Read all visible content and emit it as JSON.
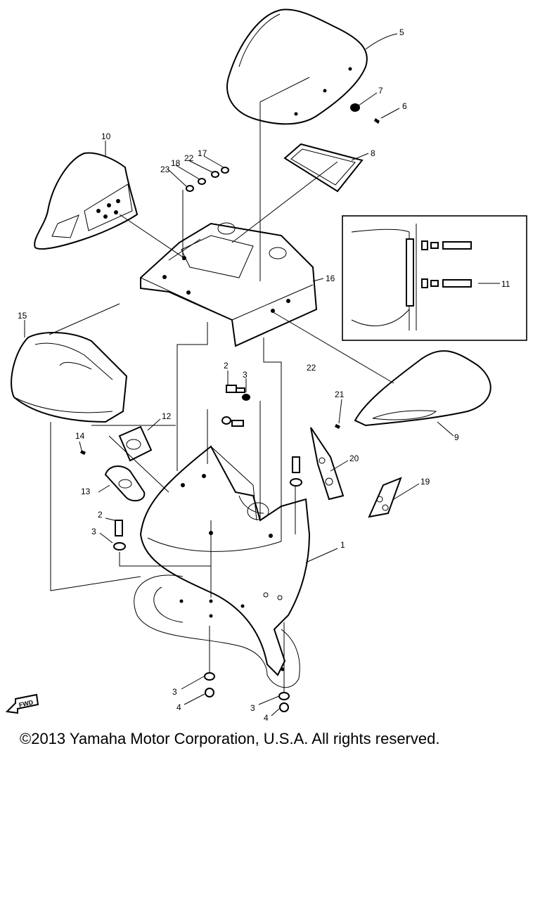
{
  "diagram": {
    "callouts": {
      "c1": "1",
      "c2a": "2",
      "c2b": "2",
      "c3a": "3",
      "c3b": "3",
      "c3c": "3",
      "c3d": "3",
      "c4a": "4",
      "c4b": "4",
      "c5": "5",
      "c6": "6",
      "c7": "7",
      "c8": "8",
      "c9": "9",
      "c10": "10",
      "c11": "11",
      "c12": "12",
      "c13": "13",
      "c14": "14",
      "c15": "15",
      "c16": "16",
      "c17": "17",
      "c18": "18",
      "c19": "19",
      "c20": "20",
      "c21": "21",
      "c22a": "22",
      "c22b": "22",
      "c23": "23"
    },
    "fwd_label": "FWD"
  },
  "copyright": "©2013 Yamaha Motor Corporation, U.S.A. All rights reserved."
}
